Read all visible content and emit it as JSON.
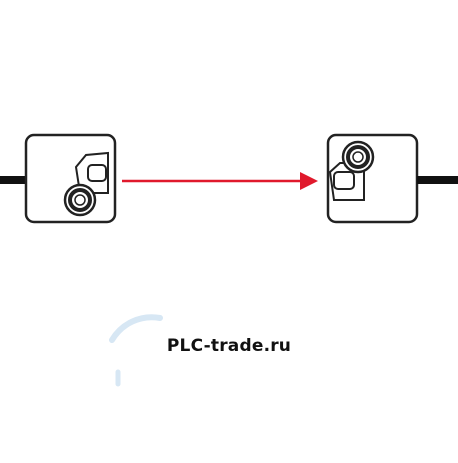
{
  "diagram": {
    "emitter": {
      "label": ""
    },
    "receiver": {
      "label": ""
    },
    "beam": {
      "color": "#e0192c",
      "direction": "emitter-to-receiver"
    },
    "cable_color": "#111111",
    "device_outline_color": "#222222"
  },
  "watermark": {
    "text": "PLC-trade.ru",
    "logo_color": "#cfe3f2",
    "kind": "logo"
  }
}
